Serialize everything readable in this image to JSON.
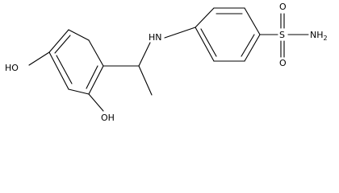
{
  "molecule": {
    "labels": {
      "ho_top": "HO",
      "oh_bottom": "OH",
      "nh": "HN",
      "sulfur": "S",
      "oxygen_top": "O",
      "oxygen_bottom": "O",
      "nh2": "NH",
      "nh2_subscript": "2"
    },
    "colors": {
      "bond": "#000000",
      "text": "#000000",
      "background": "#ffffff"
    }
  }
}
